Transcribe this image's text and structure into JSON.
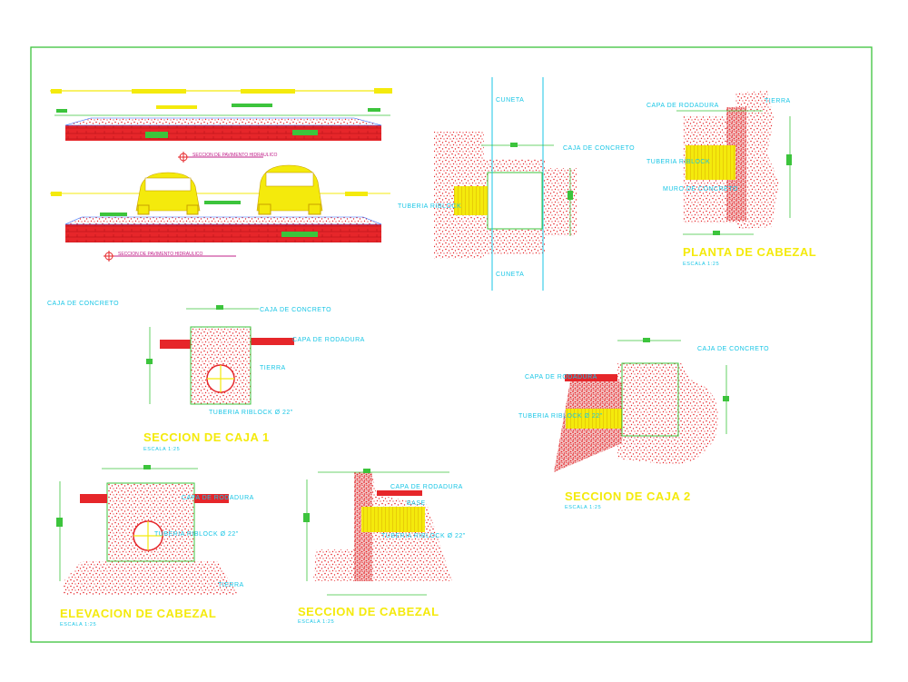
{
  "colors": {
    "frame": "#3cc43c",
    "dims": "#00b000",
    "concrete": "#e6262a",
    "yellow": "#f4ea0c",
    "cyan": "#19c6e6",
    "magenta": "#c1208a"
  },
  "sections": {
    "pavement_top_label": "SECCION DE PAVIMENTO HIDRAULICO",
    "pavement_bottom_label": "SECCION DE PAVIMENTO HIDRAULICO"
  },
  "plan": {
    "cuneta_top": "CUNETA",
    "cuneta_bottom": "CUNETA",
    "caja_concreto": "CAJA DE CONCRETO",
    "tuberia": "TUBERIA RIBLOCK"
  },
  "planta_cabezal": {
    "capa_rodadura": "CAPA DE RODADURA",
    "tierra": "TIERRA",
    "tuberia": "TUBERIA RIBLOCK",
    "muro": "MURO DE CONCRETO",
    "title": "PLANTA DE CABEZAL",
    "scale": "ESCALA 1:25"
  },
  "caja1": {
    "left_label": "CAJA DE CONCRETO",
    "caja_concreto": "CAJA DE CONCRETO",
    "capa_rodadura": "CAPA DE RODADURA",
    "tierra": "TIERRA",
    "tuberia": "TUBERIA RIBLOCK Ø 22\"",
    "title": "SECCION DE CAJA 1",
    "scale": "ESCALA 1:25"
  },
  "caja2": {
    "caja_concreto": "CAJA DE CONCRETO",
    "capa_rodadura": "CAPA DE RODADURA",
    "tuberia": "TUBERIA RIBLOCK Ø 22\"",
    "title": "SECCION DE CAJA 2",
    "scale": "ESCALA 1:25"
  },
  "elevacion": {
    "capa_rodadura": "CAPA DE RODADURA",
    "tuberia": "TUBERIA RIBLOCK Ø 22\"",
    "tierra": "TIERRA",
    "title": "ELEVACION DE CABEZAL",
    "scale": "ESCALA 1:25"
  },
  "seccion_cabezal": {
    "capa_rodadura": "CAPA DE RODADURA",
    "base": "BASE",
    "tuberia": "TUBERIA RIBLOCK Ø 22\"",
    "title": "SECCION DE CABEZAL",
    "scale": "ESCALA 1:25"
  }
}
